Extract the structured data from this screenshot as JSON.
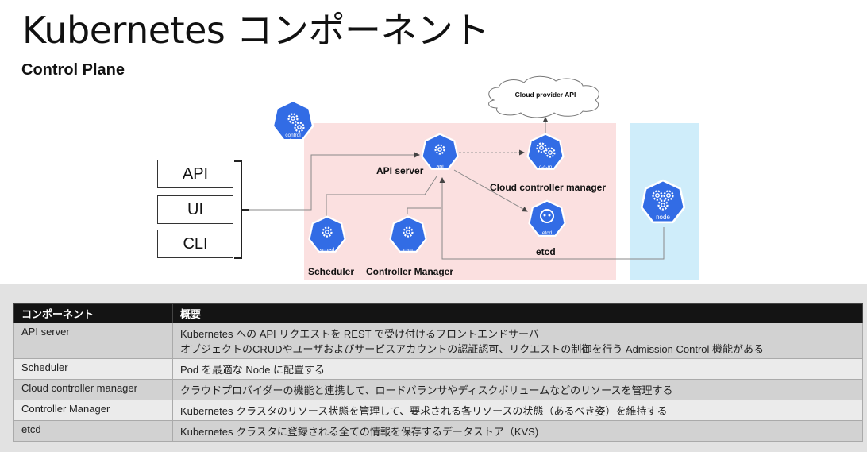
{
  "title": "Kubernetes コンポーネント",
  "subtitle": "Control Plane",
  "clients": [
    "API",
    "UI",
    "CLI"
  ],
  "diagram": {
    "cloud_label": "Cloud provider API",
    "icons": {
      "control_plane": "control\nplane",
      "api": "api",
      "ccm": "c-c-m",
      "etcd": "etcd",
      "sched": "sched",
      "cm": "c-m",
      "node": "node"
    },
    "labels": {
      "api_server": "API server",
      "ccm": "Cloud controller manager",
      "etcd": "etcd",
      "scheduler": "Scheduler",
      "controller_manager": "Controller Manager"
    }
  },
  "table": {
    "headers": [
      "コンポーネント",
      "概要"
    ],
    "rows": [
      {
        "name": "API server",
        "desc1": "Kubernetes への API リクエストを REST で受け付けるフロントエンドサーバ",
        "desc2": "オブジェクトのCRUDやユーザおよびサービスアカウントの認証認可、リクエストの制御を行う Admission Control 機能がある"
      },
      {
        "name": "Scheduler",
        "desc1": "Pod を最適な Node に配置する",
        "desc2": ""
      },
      {
        "name": "Cloud controller manager",
        "desc1": "クラウドプロバイダーの機能と連携して、ロードバランサやディスクボリュームなどのリソースを管理する",
        "desc2": ""
      },
      {
        "name": "Controller Manager",
        "desc1": "Kubernetes クラスタのリソース状態を管理して、要求される各リソースの状態（あるべき姿）を維持する",
        "desc2": ""
      },
      {
        "name": "etcd",
        "desc1": "Kubernetes クラスタに登録される全ての情報を保存するデータストア（KVS)",
        "desc2": ""
      }
    ]
  },
  "colors": {
    "k8s_blue": "#326ce5",
    "pink_area": "#fbe0e0",
    "node_area": "#cfedfa",
    "header_bg": "#141414"
  }
}
